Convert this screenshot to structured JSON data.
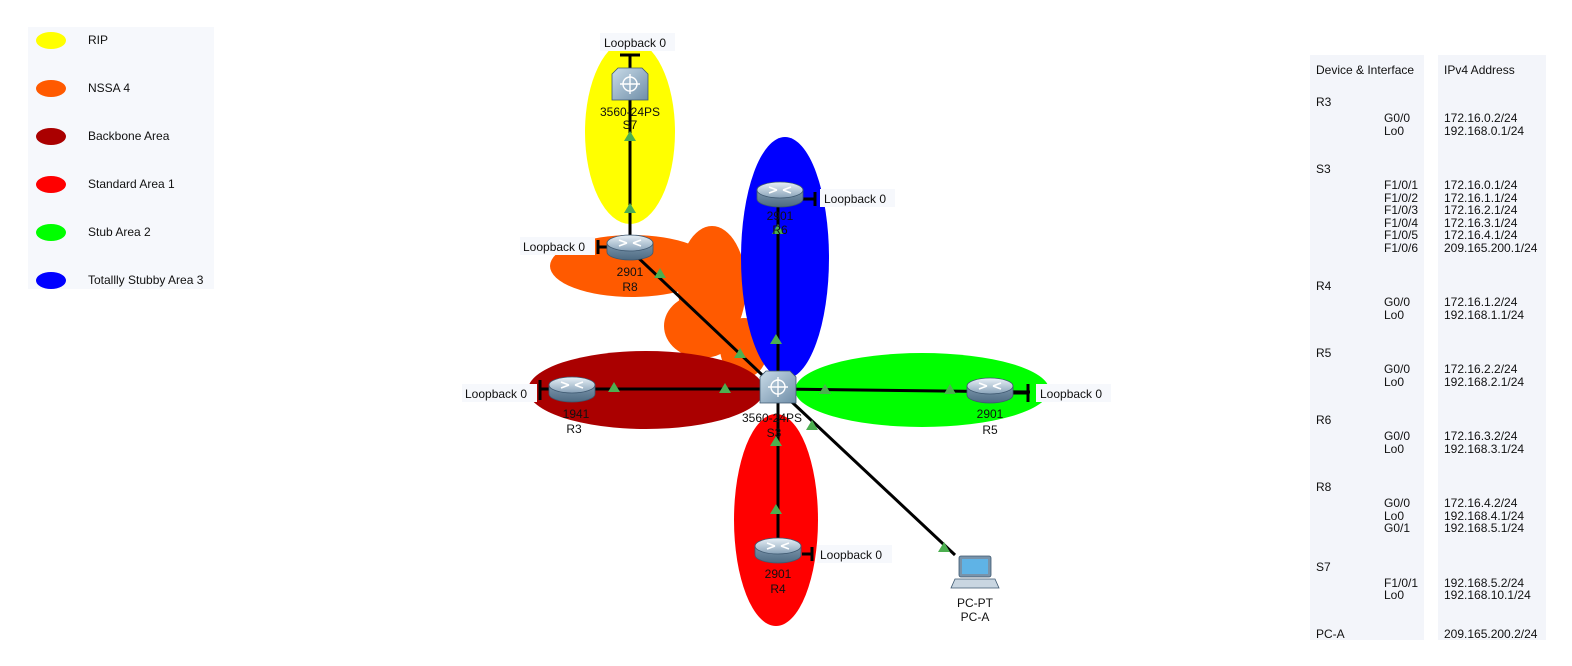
{
  "legend": [
    {
      "label": "RIP",
      "color": "#ffff00"
    },
    {
      "label": "NSSA 4",
      "color": "#ff5a00"
    },
    {
      "label": "Backbone Area",
      "color": "#aa0000"
    },
    {
      "label": "Standard Area 1",
      "color": "#ff0000"
    },
    {
      "label": "Stub Area 2",
      "color": "#00ff00"
    },
    {
      "label": "Totallly Stubby Area 3",
      "color": "#0000ff"
    }
  ],
  "devices": {
    "S7": {
      "model": "3560-24PS",
      "name": "S7"
    },
    "R8": {
      "model": "2901",
      "name": "R8"
    },
    "R6": {
      "model": "2901",
      "name": "R6"
    },
    "R3": {
      "model": "1941",
      "name": "R3"
    },
    "S3": {
      "model": "3560-24PS",
      "name": "S3"
    },
    "R5": {
      "model": "2901",
      "name": "R5"
    },
    "R4": {
      "model": "2901",
      "name": "R4"
    },
    "PCA": {
      "model": "PC-PT",
      "name": "PC-A"
    }
  },
  "loopback_label": "Loopback 0",
  "address_table": {
    "header_device": "Device & Interface",
    "header_ip": "IPv4 Address",
    "groups": [
      {
        "device": "R3",
        "rows": [
          [
            "G0/0",
            "172.16.0.2/24"
          ],
          [
            "Lo0",
            "192.168.0.1/24"
          ]
        ]
      },
      {
        "device": "S3",
        "rows": [
          [
            "F1/0/1",
            "172.16.0.1/24"
          ],
          [
            "F1/0/2",
            "172.16.1.1/24"
          ],
          [
            "F1/0/3",
            "172.16.2.1/24"
          ],
          [
            "F1/0/4",
            "172.16.3.1/24"
          ],
          [
            "F1/0/5",
            "172.16.4.1/24"
          ],
          [
            "F1/0/6",
            "209.165.200.1/24"
          ]
        ]
      },
      {
        "device": "R4",
        "rows": [
          [
            "G0/0",
            "172.16.1.2/24"
          ],
          [
            "Lo0",
            "192.168.1.1/24"
          ]
        ]
      },
      {
        "device": "R5",
        "rows": [
          [
            "G0/0",
            "172.16.2.2/24"
          ],
          [
            "Lo0",
            "192.168.2.1/24"
          ]
        ]
      },
      {
        "device": "R6",
        "rows": [
          [
            "G0/0",
            "172.16.3.2/24"
          ],
          [
            "Lo0",
            "192.168.3.1/24"
          ]
        ]
      },
      {
        "device": "R8",
        "rows": [
          [
            "G0/0",
            "172.16.4.2/24"
          ],
          [
            "Lo0",
            "192.168.4.1/24"
          ],
          [
            "G0/1",
            "192.168.5.1/24"
          ]
        ]
      },
      {
        "device": "S7",
        "rows": [
          [
            "F1/0/1",
            "192.168.5.2/24"
          ],
          [
            "Lo0",
            "192.168.10.1/24"
          ]
        ]
      },
      {
        "device": "PC-A",
        "ip": "209.165.200.2/24",
        "rows": []
      }
    ]
  }
}
